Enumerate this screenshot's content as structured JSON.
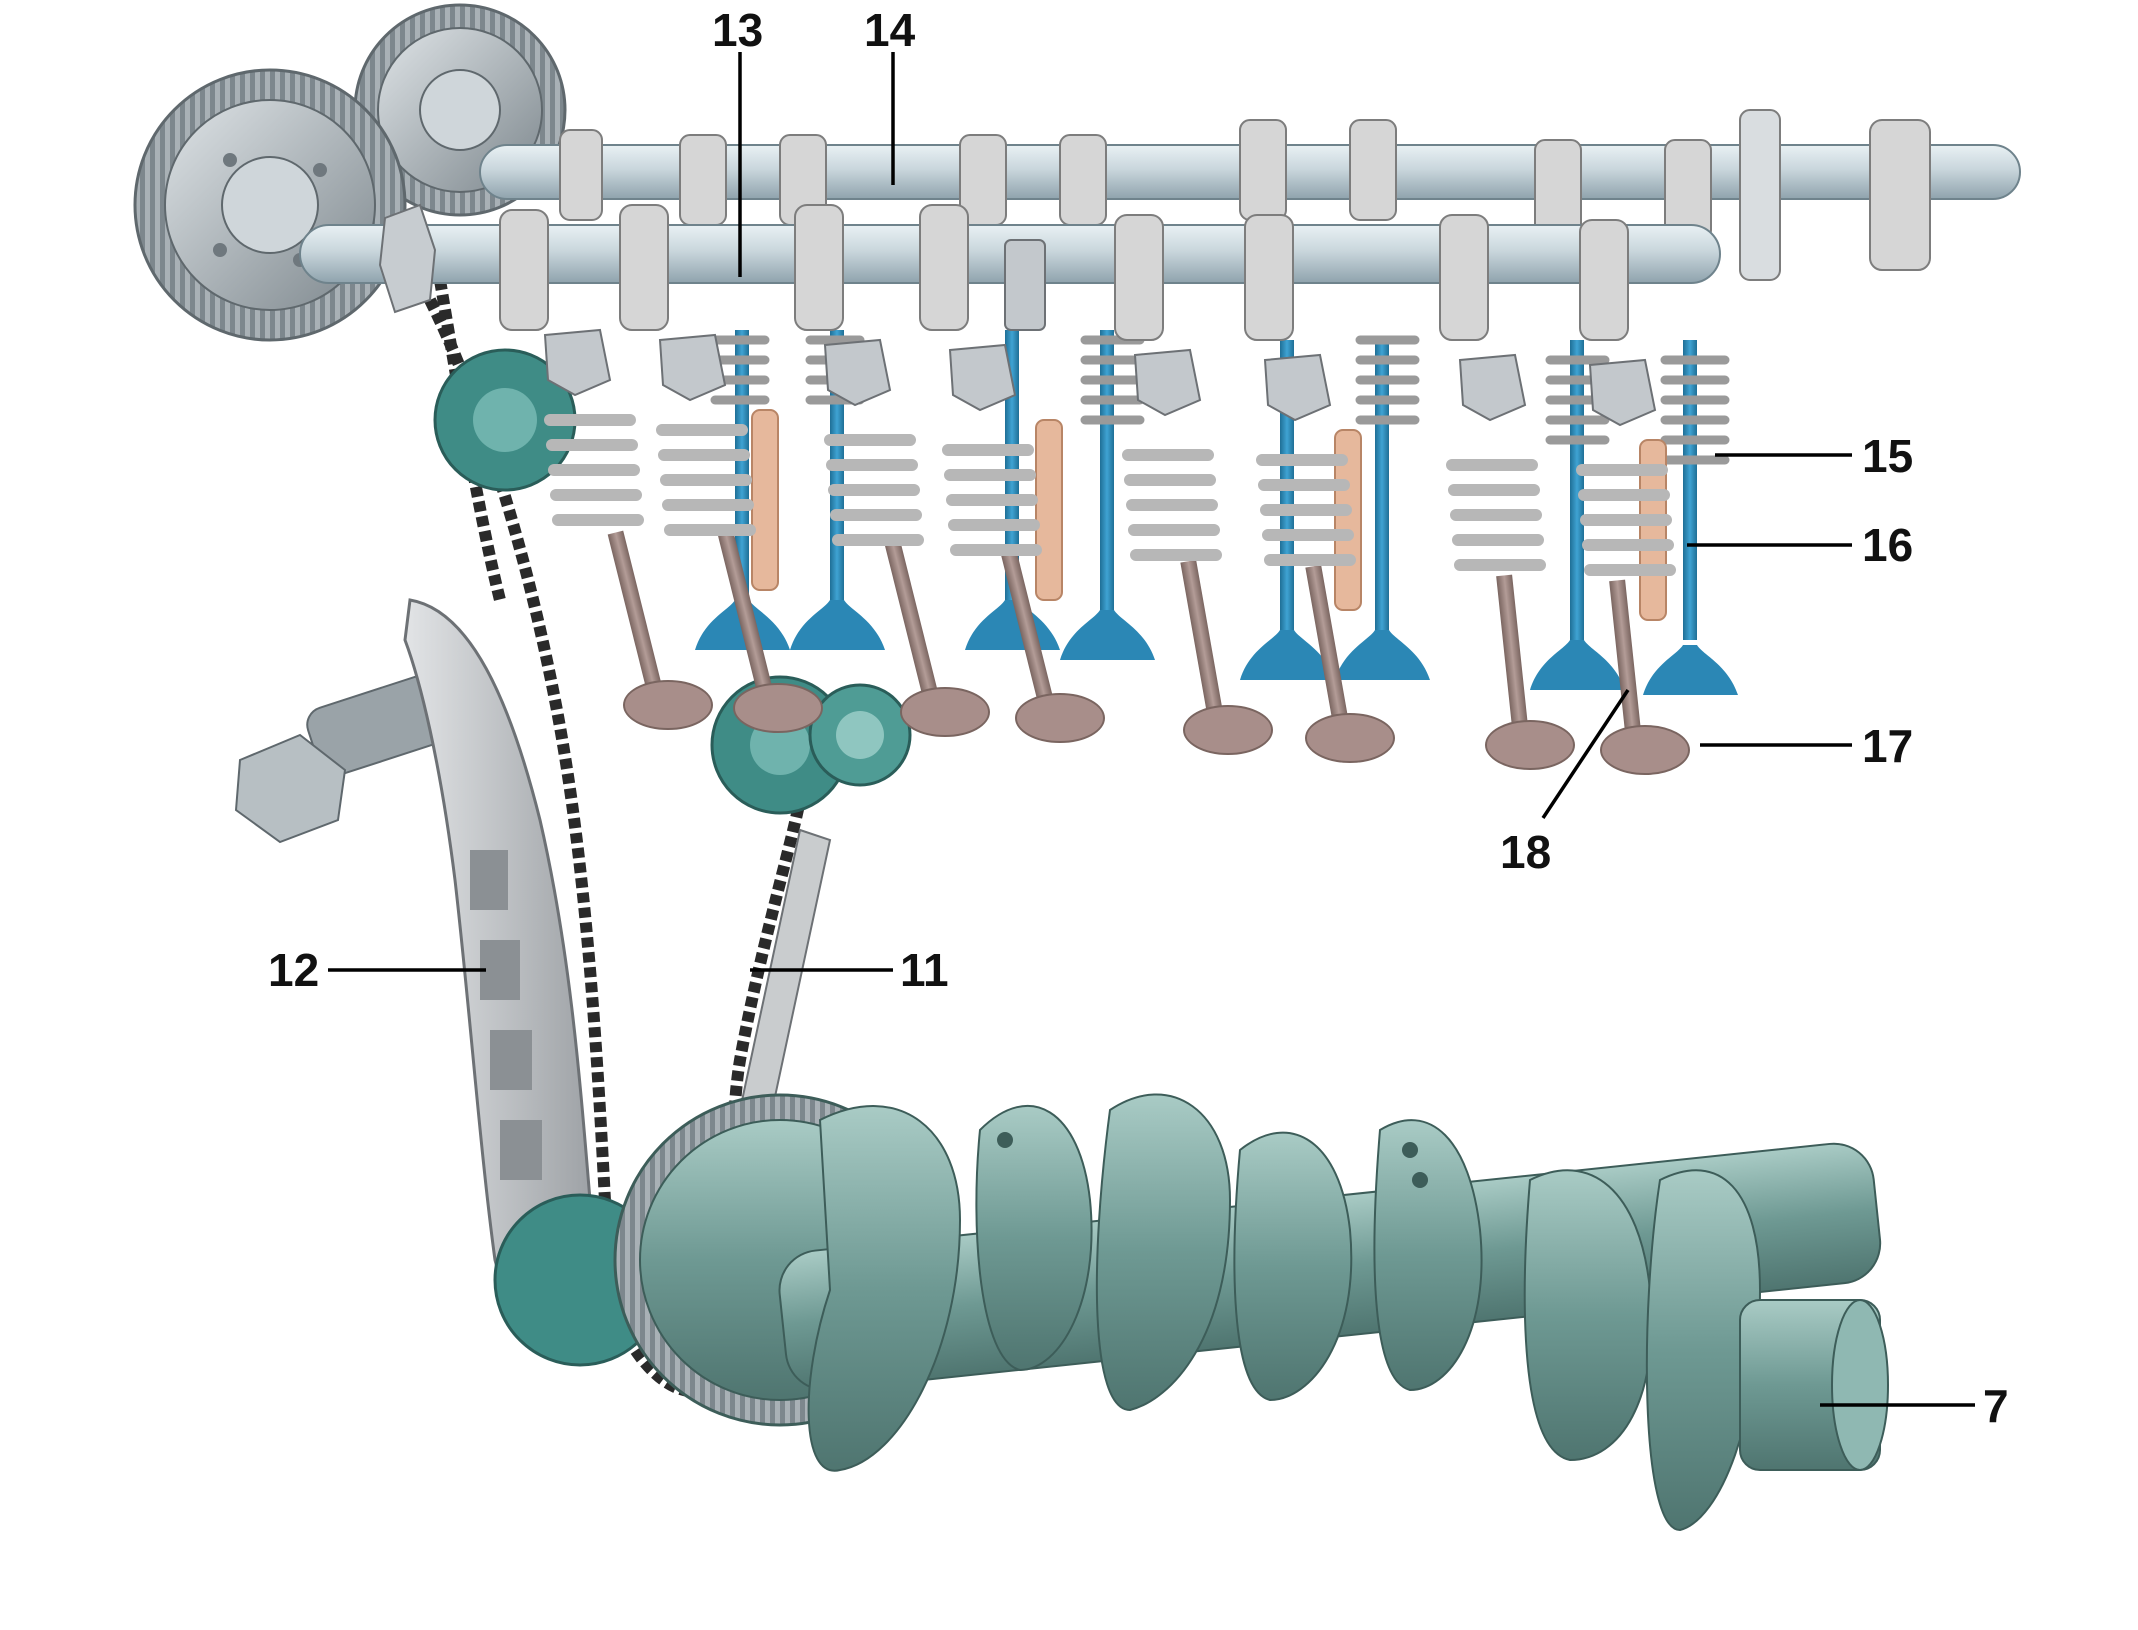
{
  "colors": {
    "background": "#ffffff",
    "gear_metal": "#b4bcc1",
    "gear_dark": "#6f787e",
    "camshaft": "#c9d6dc",
    "camshaft_shade": "#8fa3ad",
    "lobe": "#d6d6d6",
    "spring": "#cfcfcf",
    "exhaust_valve": "#9a8580",
    "exhaust_valve_head": "#a88e8a",
    "intake_valve": "#2b87b5",
    "injector": "#e6b89c",
    "crankshaft": "#6e9993",
    "crankshaft_light": "#93b8b2",
    "sprocket_teal": "#3f8c86",
    "guide_rail": "#b9bcbf",
    "chain": "#2a2a2a",
    "leader_line": "#000000",
    "label_text": "#111111"
  },
  "labels": [
    {
      "id": "13",
      "text": "13"
    },
    {
      "id": "14",
      "text": "14"
    },
    {
      "id": "15",
      "text": "15"
    },
    {
      "id": "16",
      "text": "16"
    },
    {
      "id": "17",
      "text": "17"
    },
    {
      "id": "18",
      "text": "18"
    },
    {
      "id": "12",
      "text": "12"
    },
    {
      "id": "11",
      "text": "11"
    },
    {
      "id": "7",
      "text": "7"
    }
  ]
}
